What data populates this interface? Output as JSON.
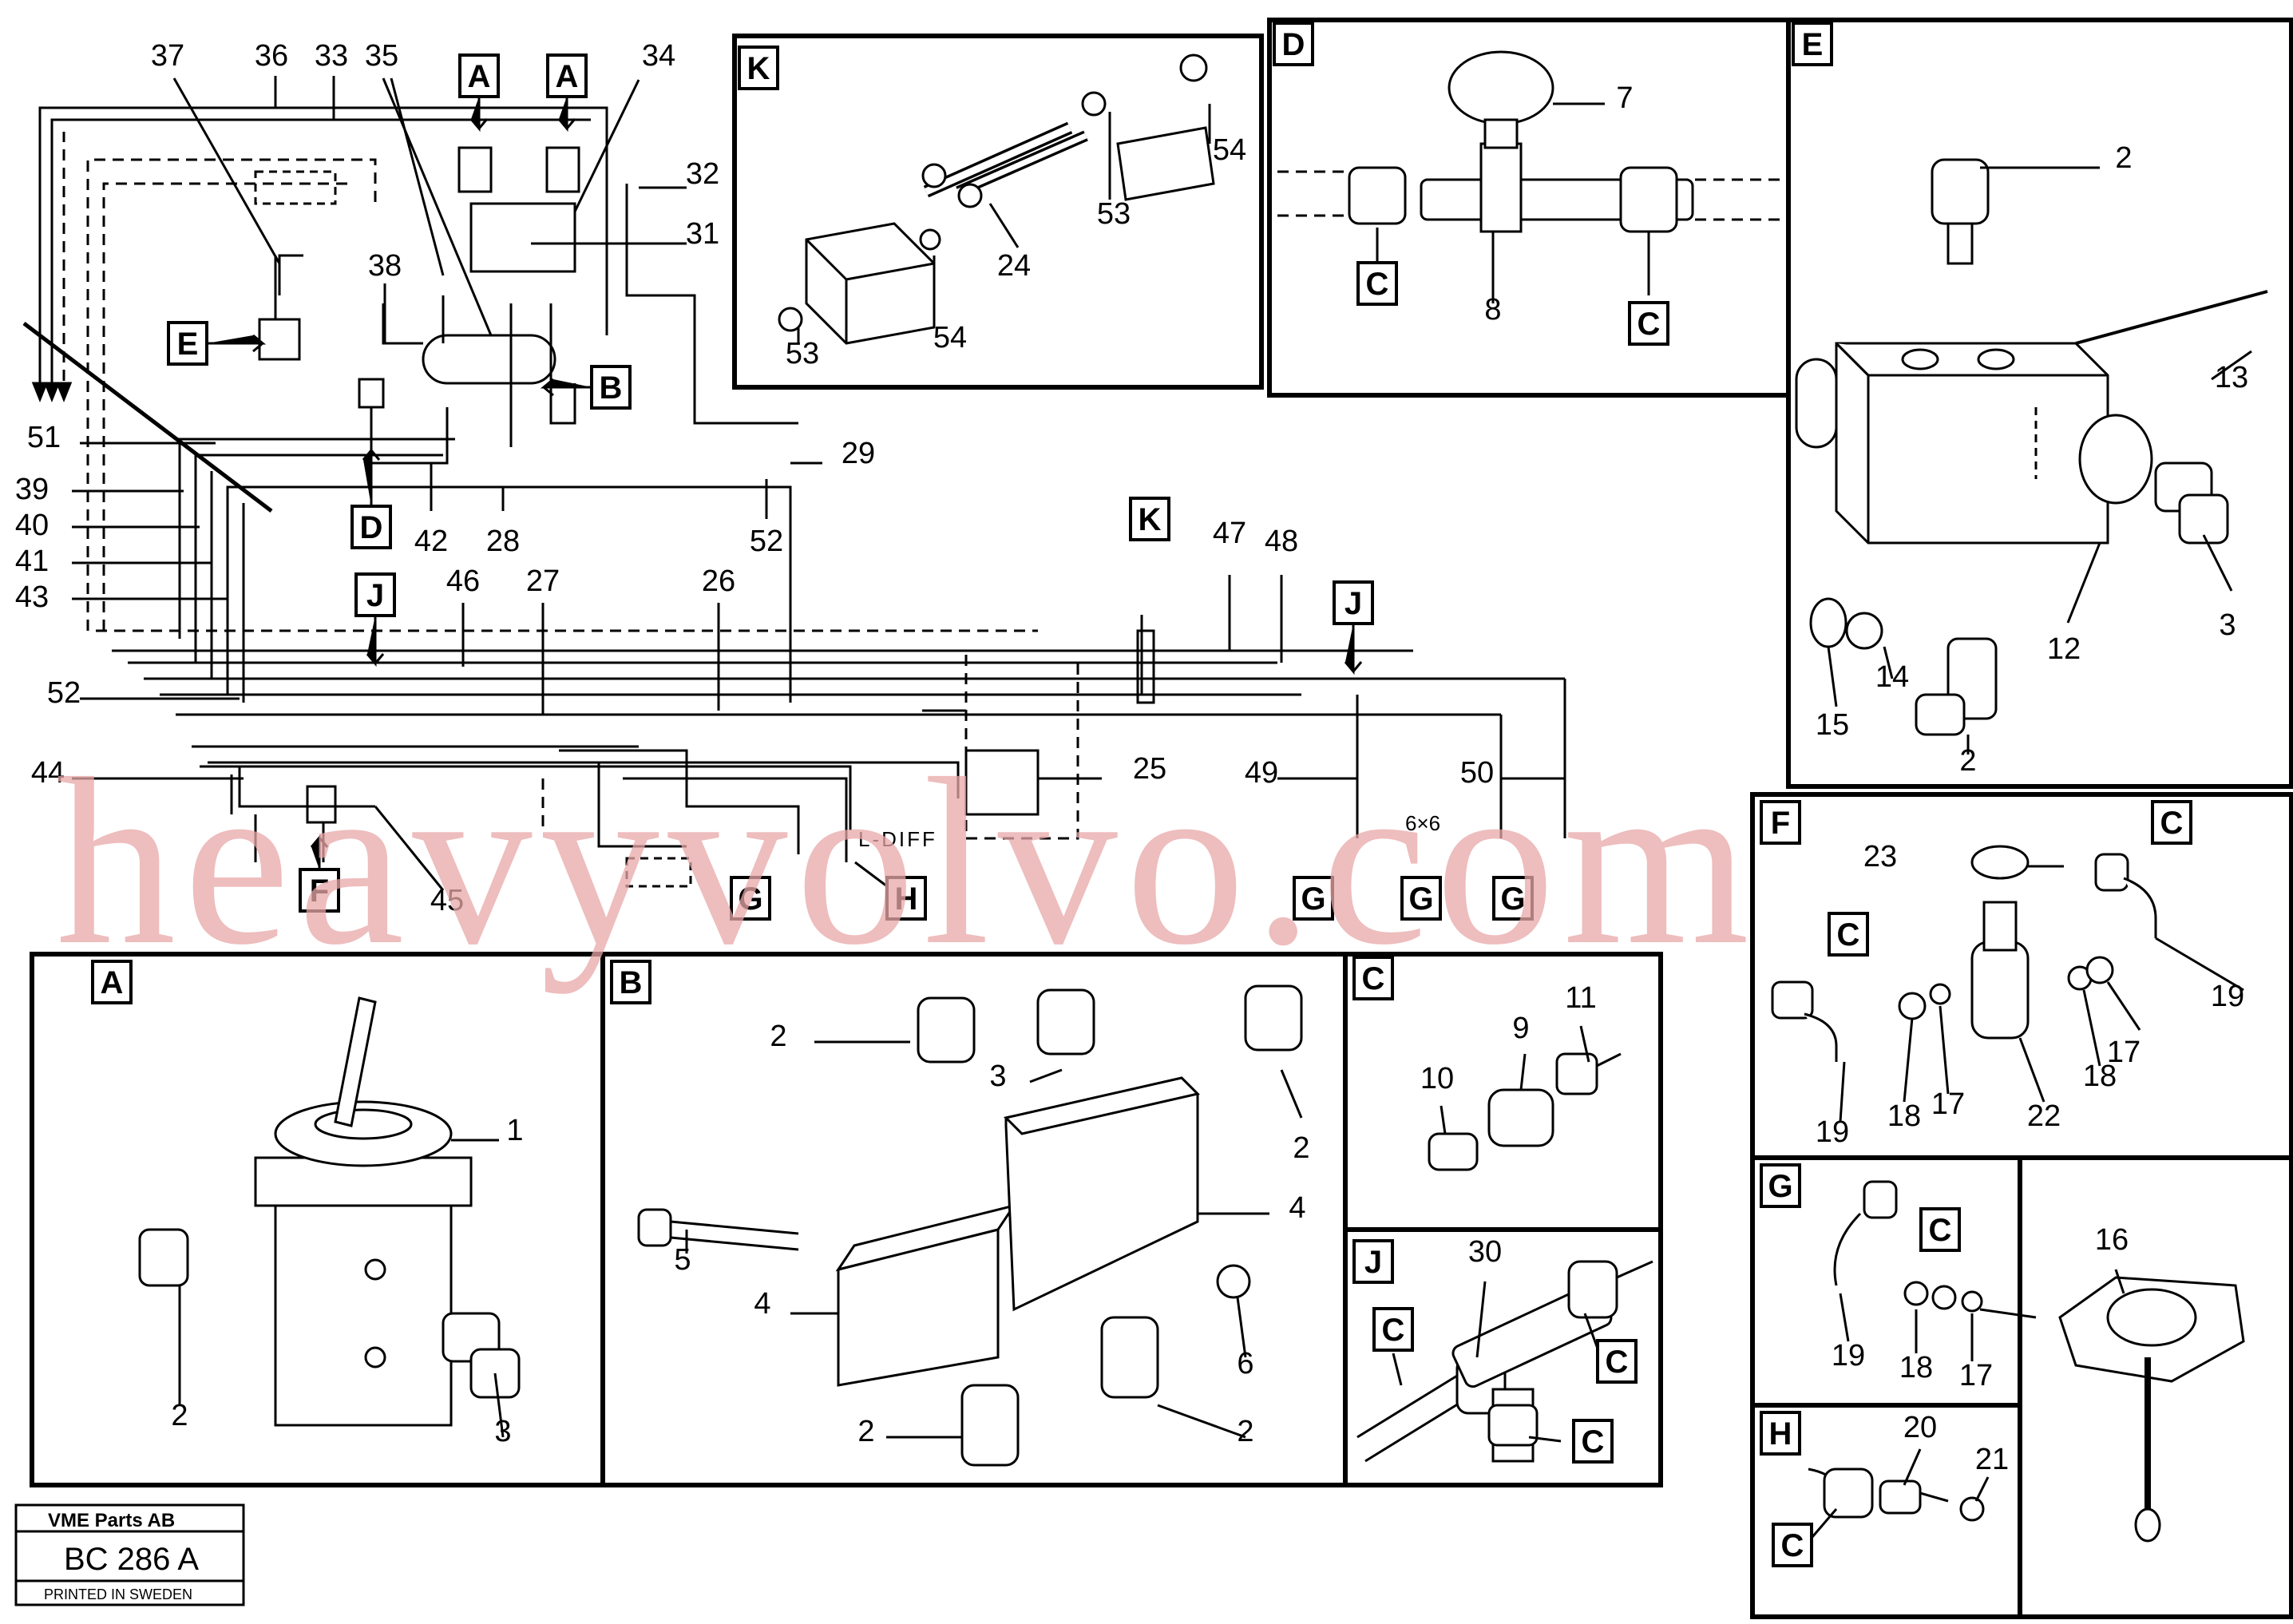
{
  "watermark": "heavyvolvo.com",
  "title_block": {
    "company": "VME Parts AB",
    "code": "BC 286 A",
    "printed": "PRINTED IN SWEDEN"
  },
  "annotations": {
    "l_diff": "L-DIFF",
    "six_by_six": "6×6"
  },
  "sections": {
    "K": {
      "letter": "K",
      "callouts": [
        "53",
        "54",
        "24",
        "53",
        "54"
      ]
    },
    "D": {
      "letter": "D",
      "callouts": [
        "7",
        "8"
      ],
      "refs": [
        "C",
        "C"
      ]
    },
    "E": {
      "letter": "E",
      "callouts": [
        "2",
        "13",
        "12",
        "3",
        "14",
        "15",
        "2"
      ]
    },
    "A": {
      "letter": "A",
      "callouts": [
        "1",
        "2",
        "3"
      ]
    },
    "B": {
      "letter": "B",
      "callouts": [
        "2",
        "3",
        "2",
        "4",
        "5",
        "4",
        "6",
        "2",
        "2"
      ]
    },
    "C": {
      "letter": "C",
      "callouts": [
        "11",
        "10",
        "9"
      ]
    },
    "J": {
      "letter": "J",
      "callouts": [
        "30"
      ],
      "refs": [
        "C",
        "C",
        "C"
      ]
    },
    "F": {
      "letter": "F",
      "callouts": [
        "23",
        "19",
        "18",
        "17",
        "18",
        "17",
        "22",
        "19"
      ],
      "refs": [
        "C",
        "C"
      ]
    },
    "G": {
      "letter": "G",
      "callouts": [
        "16",
        "19",
        "18",
        "17"
      ],
      "refs": [
        "C"
      ]
    },
    "H": {
      "letter": "H",
      "callouts": [
        "20",
        "21"
      ],
      "refs": [
        "C"
      ]
    }
  },
  "schematic": {
    "callouts": [
      "37",
      "36",
      "33",
      "35",
      "34",
      "32",
      "31",
      "38",
      "51",
      "39",
      "40",
      "41",
      "43",
      "42",
      "28",
      "29",
      "52",
      "47",
      "48",
      "46",
      "27",
      "26",
      "52",
      "44",
      "25",
      "49",
      "50",
      "45"
    ],
    "refs": [
      "A",
      "A",
      "E",
      "B",
      "D",
      "K",
      "J",
      "J",
      "F",
      "G",
      "H",
      "G",
      "G",
      "G"
    ]
  }
}
